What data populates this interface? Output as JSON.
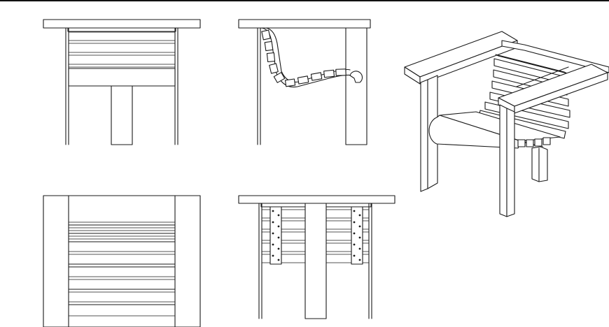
{
  "drawing": {
    "subject": "chair",
    "views": [
      {
        "id": "front-elevation"
      },
      {
        "id": "side-elevation"
      },
      {
        "id": "isometric"
      },
      {
        "id": "plan"
      },
      {
        "id": "rear-elevation"
      }
    ],
    "colors": {
      "line": "#1a1a1a",
      "background": "#ffffff"
    }
  }
}
